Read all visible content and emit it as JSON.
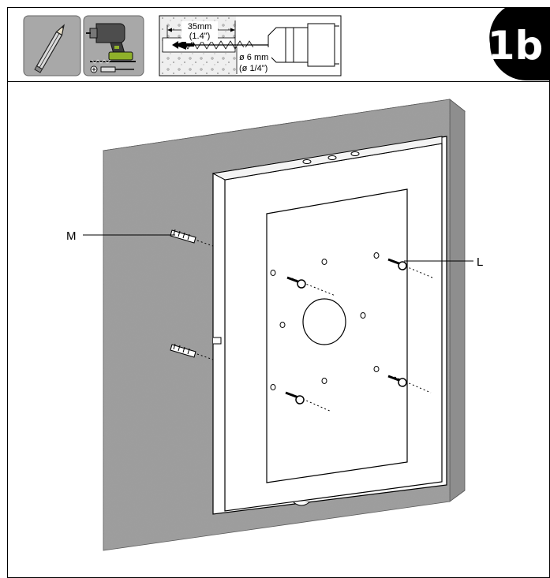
{
  "step": {
    "badge": "1b"
  },
  "drill_spec": {
    "depth_mm": "35mm",
    "depth_in": "(1.4\")",
    "diameter_mm": "ø 6 mm",
    "diameter_in": "(ø 1/4\")"
  },
  "tools": [
    "pencil-icon",
    "cordless-drill-icon",
    "drill-bit-icon",
    "screwdriver-icon"
  ],
  "callouts": {
    "anchor": "M",
    "screw": "L"
  },
  "colors": {
    "wall": "#9e9e9e",
    "wall_top": "#b9b9b9",
    "badge": "#000000",
    "tool_tile": "#a8a8a8"
  }
}
